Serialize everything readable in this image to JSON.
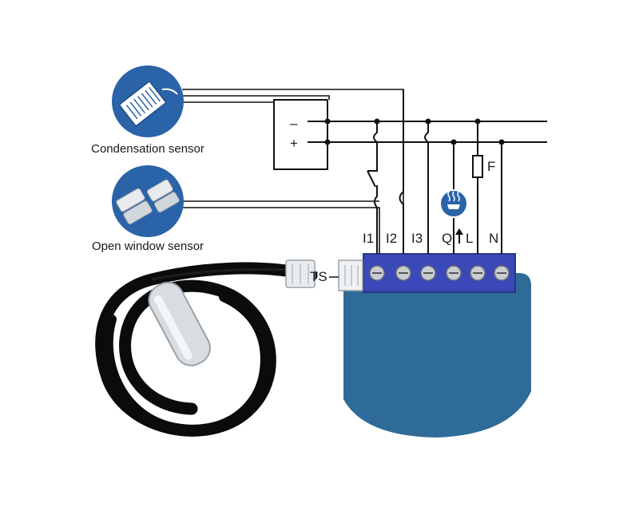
{
  "sensors": {
    "condensation_label": "Condensation sensor",
    "open_window_label": "Open window sensor",
    "icon_color": "#2a63a8"
  },
  "power": {
    "minus_label": "–",
    "plus_label": "+"
  },
  "fuse_label": "F",
  "terminals": {
    "labels": [
      "I1",
      "I2",
      "I3",
      "Q",
      "L",
      "N"
    ],
    "block_color": "#3a48b8"
  },
  "module": {
    "color": "#2f6b98",
    "ts_label": "TS"
  },
  "probe": {
    "cable_color": "#0b0b0b"
  }
}
